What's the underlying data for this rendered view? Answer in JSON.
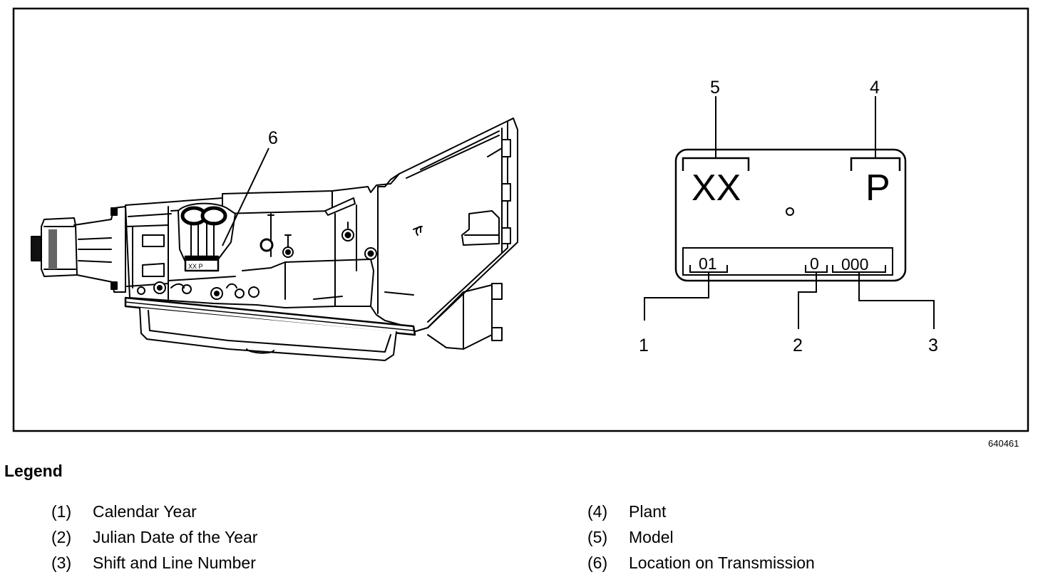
{
  "figure_id": "640461",
  "callouts": {
    "c1": "1",
    "c2": "2",
    "c3": "3",
    "c4": "4",
    "c5": "5",
    "c6": "6"
  },
  "id_tag": {
    "model": "XX",
    "plant": "P",
    "year": "01",
    "julian": "0",
    "shift": "000",
    "mini_label": "XX P"
  },
  "legend": {
    "title": "Legend",
    "items": [
      {
        "num": "(1)",
        "label": "Calendar Year"
      },
      {
        "num": "(2)",
        "label": "Julian Date of the Year"
      },
      {
        "num": "(3)",
        "label": "Shift and Line Number"
      },
      {
        "num": "(4)",
        "label": "Plant"
      },
      {
        "num": "(5)",
        "label": "Model"
      },
      {
        "num": "(6)",
        "label": "Location on Transmission"
      }
    ]
  }
}
